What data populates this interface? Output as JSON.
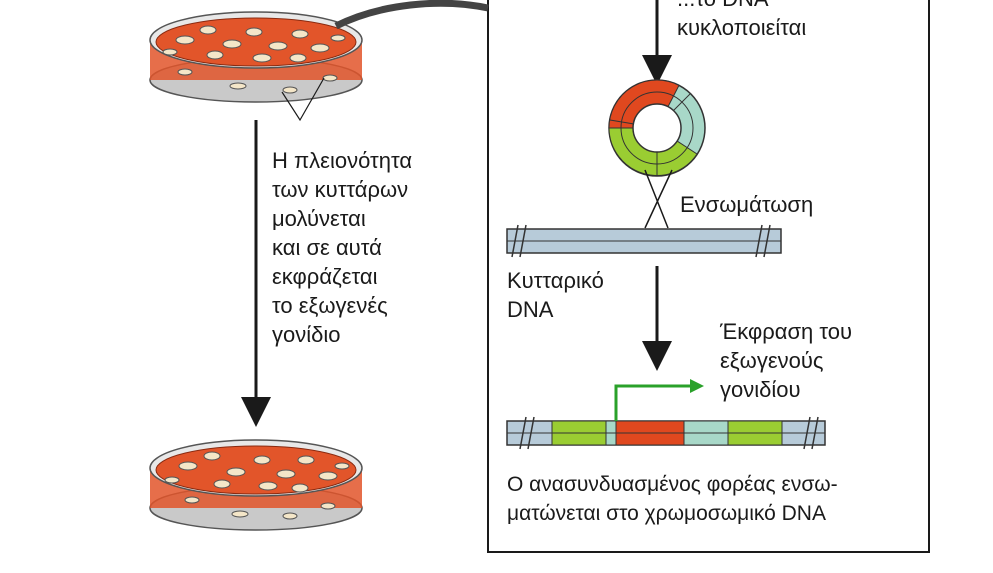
{
  "left_column": {
    "infection_note": [
      "Η πλειονότητα",
      "των κυττάρων",
      "μολύνεται",
      "και σε αυτά",
      "εκφράζεται",
      "το εξωγενές",
      "γονίδιο"
    ]
  },
  "right_panel": {
    "circularize_note": [
      "...το DNA",
      "κυκλοποιείται"
    ],
    "integration_label": "Ενσωμάτωση",
    "cellular_dna_label": [
      "Κυτταρικό",
      "DNA"
    ],
    "expression_note": [
      "Έκφραση του",
      "εξωγενούς",
      "γονιδίου"
    ],
    "result_caption": [
      "Ο ανασυνδυασμένος φορέας ενσω-",
      "ματώνεται στο χρωμοσωμικό DNA"
    ]
  },
  "colors": {
    "dish_medium": "#e2552a",
    "plasmid_red": "#e0481f",
    "plasmid_green": "#9acd32",
    "plasmid_teal": "#a8d8c8",
    "dna_blue": "#b7cbd9",
    "promoter_arrow": "#2aa12a"
  }
}
